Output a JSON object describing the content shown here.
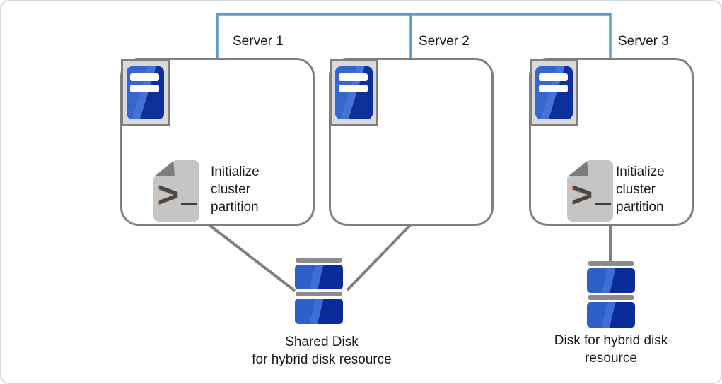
{
  "servers": [
    {
      "label": "Server 1",
      "has_script": true
    },
    {
      "label": "Server 2",
      "has_script": false
    },
    {
      "label": "Server 3",
      "has_script": true
    }
  ],
  "script": {
    "caption": "Initialize\ncluster\npartition",
    "prompt_glyph": ">"
  },
  "disks": [
    {
      "name": "shared",
      "label": "Shared Disk\nfor hybrid disk resource"
    },
    {
      "name": "hybrid",
      "label": "Disk for hybrid disk\nresource"
    }
  ],
  "icons": {
    "server": "server-tower-icon",
    "script": "script-file-icon",
    "disk": "disk-stack-icon"
  },
  "colors": {
    "network_blue": "#5b9bd5",
    "outline_gray": "#7f7f7f",
    "connector_gray": "#808080",
    "icon_panel_gray": "#d9d9d9",
    "server_blue_light": "#3565cd",
    "server_blue_dark": "#0c2f9a",
    "disk_blue_light": "#2e60c9",
    "disk_blue_dark": "#0a2c9b",
    "disk_bar_gray": "#8c8c8c",
    "document_gray": "#c5c5c5",
    "fold_gray": "#7d7d7d",
    "glyph_gray": "#46484c",
    "text_black": "#1b1b1b"
  }
}
